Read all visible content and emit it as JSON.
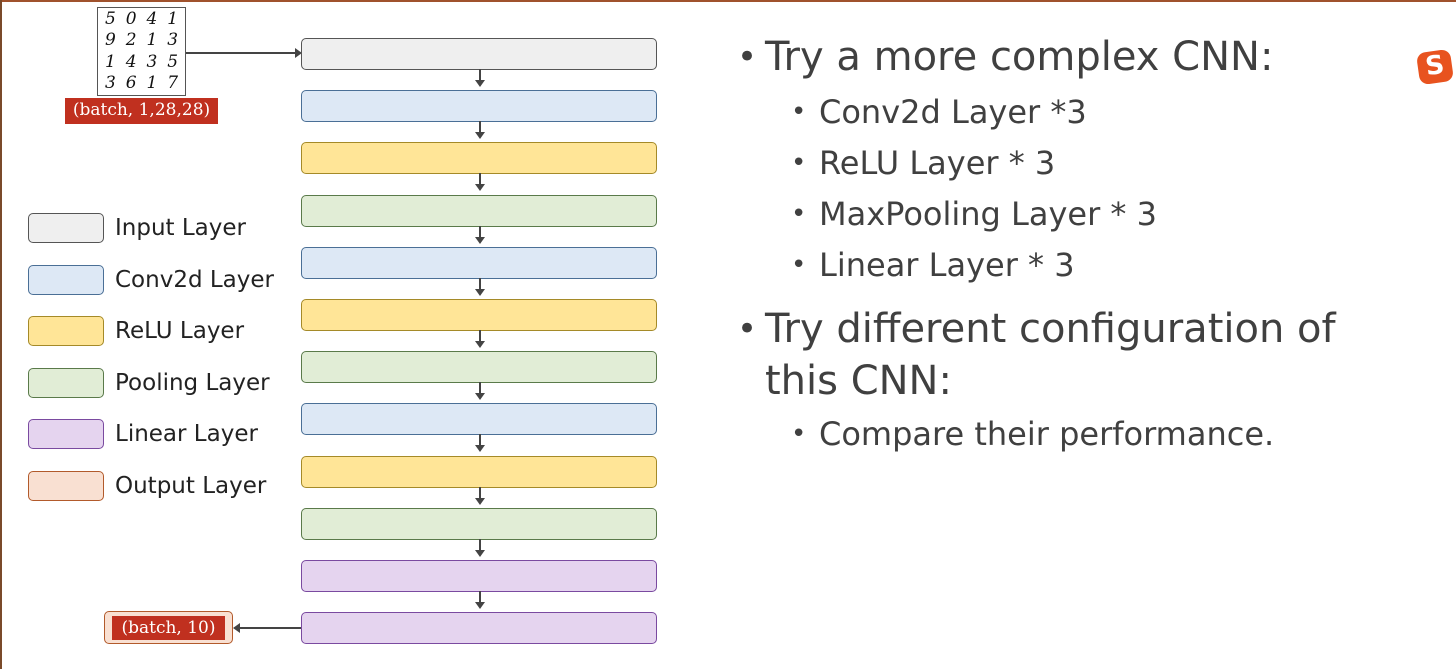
{
  "input_image": {
    "digits": [
      "5",
      "0",
      "4",
      "1",
      "9",
      "2",
      "1",
      "3",
      "1",
      "4",
      "3",
      "5",
      "3",
      "6",
      "1",
      "7"
    ]
  },
  "input_shape": "(batch, 1,28,28)",
  "output_shape": "(batch, 10)",
  "colors": {
    "input": "#efefef",
    "conv2d": "#dde8f5",
    "relu": "#ffe597",
    "pooling": "#e1edd6",
    "linear": "#e5d4ef",
    "output": "#f9e0d2"
  },
  "layer_stack": [
    "input",
    "conv2d",
    "relu",
    "pooling",
    "conv2d",
    "relu",
    "pooling",
    "conv2d",
    "relu",
    "pooling",
    "linear",
    "linear"
  ],
  "legend": [
    {
      "key": "input",
      "label": "Input Layer"
    },
    {
      "key": "conv2d",
      "label": "Conv2d Layer"
    },
    {
      "key": "relu",
      "label": "ReLU Layer"
    },
    {
      "key": "pooling",
      "label": "Pooling Layer"
    },
    {
      "key": "linear",
      "label": "Linear Layer"
    },
    {
      "key": "output",
      "label": "Output Layer"
    }
  ],
  "bullets": {
    "main1": "Try a more complex CNN:",
    "sub1": "Conv2d Layer *3",
    "sub2": "ReLU Layer * 3",
    "sub3": "MaxPooling Layer * 3",
    "sub4": "Linear Layer * 3",
    "main2_line1": "Try different configuration of",
    "main2_line2": "this CNN:",
    "sub5": "Compare their performance."
  },
  "logo_letter": "S"
}
